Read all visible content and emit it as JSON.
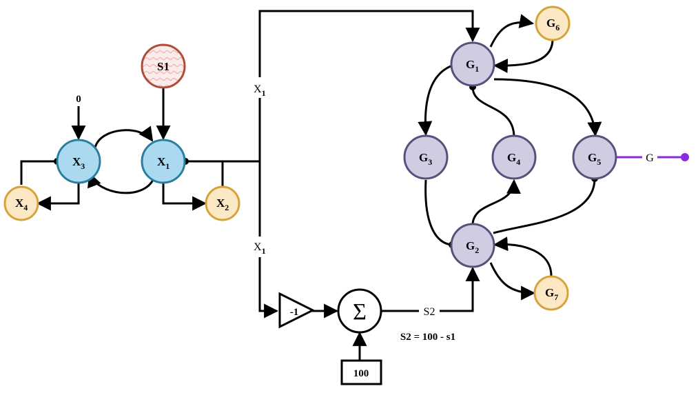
{
  "nodes": {
    "s1": {
      "label": "S1"
    },
    "x1": {
      "base": "X",
      "sub": "1"
    },
    "x2": {
      "base": "X",
      "sub": "2"
    },
    "x3": {
      "base": "X",
      "sub": "3"
    },
    "x4": {
      "base": "X",
      "sub": "4"
    },
    "g1": {
      "base": "G",
      "sub": "1"
    },
    "g2": {
      "base": "G",
      "sub": "2"
    },
    "g3": {
      "base": "G",
      "sub": "3"
    },
    "g4": {
      "base": "G",
      "sub": "4"
    },
    "g5": {
      "base": "G",
      "sub": "5"
    },
    "g6": {
      "base": "G",
      "sub": "6"
    },
    "g7": {
      "base": "G",
      "sub": "7"
    }
  },
  "labels": {
    "zero_input": "0",
    "x1_top": {
      "base": "X",
      "sub": "1"
    },
    "x1_bottom": {
      "base": "X",
      "sub": "1"
    },
    "gain": "-1",
    "sum_symbol": "Σ",
    "constant": "100",
    "s2_edge": "S2",
    "s2_equation": "S2 = 100 - s1",
    "g_output": "G"
  },
  "colors": {
    "blue_node": "#abdaf0",
    "blue_stroke": "#2a7fa0",
    "orange_node": "#fde8c6",
    "orange_stroke": "#d6a23a",
    "purple_node": "#d0cde3",
    "purple_stroke": "#5a4f7a",
    "source_stroke": "#b04a3a",
    "output_line": "#8a2be2"
  }
}
